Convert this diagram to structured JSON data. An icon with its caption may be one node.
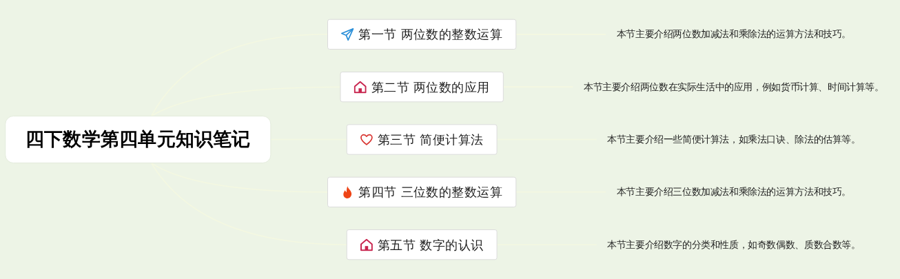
{
  "diagram": {
    "nodes": [
      {
        "text": [
          "四下数学第四单元知识笔记"
        ]
      },
      {
        "text": [
          "第一节 两位数的整数运算"
        ]
      },
      {
        "text": [
          "本节主要介绍两位数加减法和乘除法的运算方法和技巧。"
        ]
      },
      {
        "text": [
          "第二节 两位数的应用"
        ]
      },
      {
        "text": [
          "本节主要介绍两位数在实际生活中的应用，例如货币计算、时间计算等。"
        ]
      },
      {
        "text": [
          "第三节 简便计算法"
        ]
      },
      {
        "text": [
          "本节主要介绍一些简便计算法，如乘法口诀、除法的估算等。"
        ]
      },
      {
        "text": [
          "第四节 三位数的整数运算"
        ]
      },
      {
        "text": [
          "本节主要介绍三位数加减法和乘除法的运算方法和技巧。"
        ]
      },
      {
        "text": [
          "第五节 数字的认识"
        ]
      },
      {
        "text": [
          "本节主要介绍数字的分类和性质，如奇数偶数、质数合数等。"
        ]
      }
    ],
    "edges": [
      {
        "from": 0,
        "to": 1,
        "arrow": "none"
      },
      {
        "from": 1,
        "to": 2,
        "arrow": "none"
      },
      {
        "from": 0,
        "to": 3,
        "arrow": "none"
      },
      {
        "from": 3,
        "to": 4,
        "arrow": "none"
      },
      {
        "from": 0,
        "to": 5,
        "arrow": "none"
      },
      {
        "from": 5,
        "to": 6,
        "arrow": "none"
      },
      {
        "from": 0,
        "to": 7,
        "arrow": "none"
      },
      {
        "from": 7,
        "to": 8,
        "arrow": "none"
      },
      {
        "from": 0,
        "to": 9,
        "arrow": "none"
      },
      {
        "from": 9,
        "to": 10,
        "arrow": "none"
      }
    ]
  }
}
